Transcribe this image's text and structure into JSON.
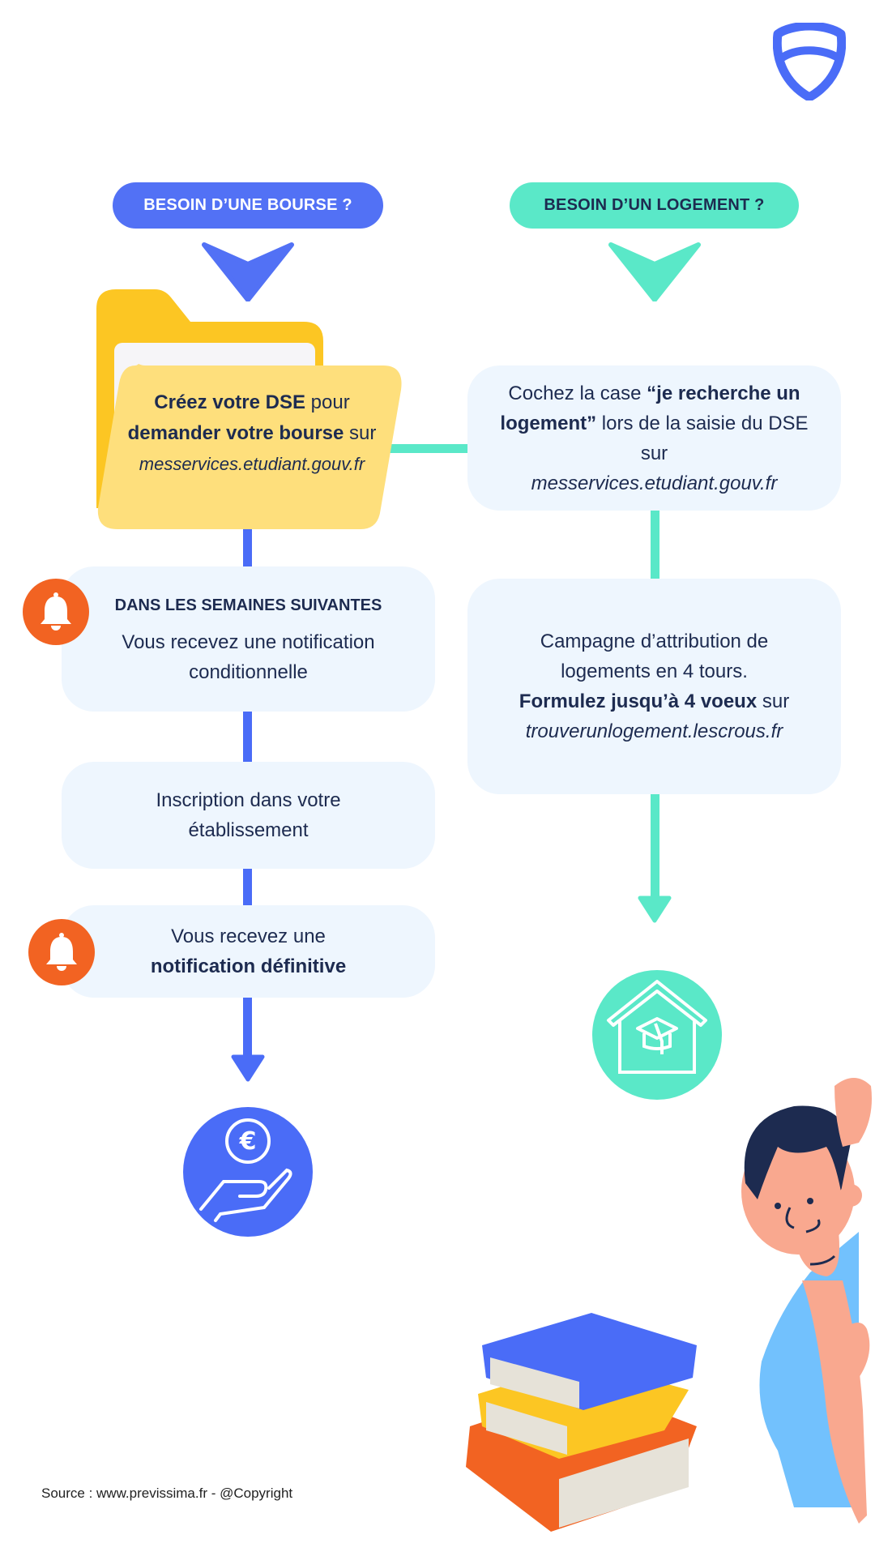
{
  "colors": {
    "blue": "#4a6cf7",
    "teal": "#5ae8c8",
    "navy": "#1d2b50",
    "box_bg": "#eef6fe",
    "orange": "#f26322",
    "yellow": "#fcc623"
  },
  "logo": {
    "icon": "shield-logo-icon"
  },
  "left": {
    "header": "BESOIN D’UNE BOURSE ?",
    "step1": {
      "bold1": "Créez votre DSE",
      "text1": " pour",
      "bold2": "demander votre bourse",
      "text2": " sur",
      "link": "messervices.etudiant.gouv.fr"
    },
    "step2": {
      "title": "DANS LES SEMAINES SUIVANTES",
      "text": "Vous recevez une notification conditionnelle"
    },
    "step3": {
      "text": "Inscription dans votre établissement"
    },
    "step4": {
      "text": "Vous recevez une",
      "bold": "notification définitive"
    },
    "end_icon": "euro-hand-icon"
  },
  "right": {
    "header": "BESOIN D’UN LOGEMENT ?",
    "step1": {
      "text1": "Cochez la case ",
      "bold": "“je recherche un logement”",
      "text2": " lors de la saisie du DSE sur",
      "link": "messervices.etudiant.gouv.fr"
    },
    "step2": {
      "text": "Campagne d’attribution de logements en 4 tours.",
      "bold": "Formulez jusqu’à 4 voeux",
      "text2": " sur",
      "link": "trouverunlogement.lescrous.fr"
    },
    "end_icon": "student-house-icon"
  },
  "footer": {
    "source": "Source : www.previssima.fr - @Copyright"
  }
}
